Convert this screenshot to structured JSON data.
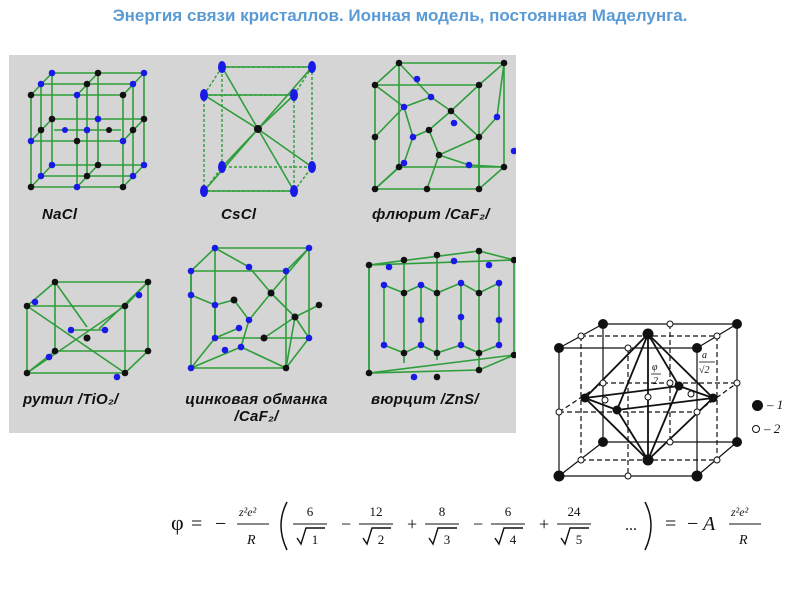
{
  "title": "Энергия связи кристаллов. Ионная модель, постоянная Маделунга.",
  "structures": [
    {
      "label": "NaCl"
    },
    {
      "label": "CsCl"
    },
    {
      "label": "флюрит /CaF₂/"
    },
    {
      "label": "рутил /TiO₂/"
    },
    {
      "label_line1": "цинковая обманка",
      "label_line2": "/CaF₂/"
    },
    {
      "label": "вюрцит /ZnS/"
    }
  ],
  "octahedron": {
    "label_phi": "φ",
    "label_two": "2",
    "label_a": "a",
    "label_sqrt2": "√2"
  },
  "legend": [
    {
      "marker": "filled",
      "text": "– 1"
    },
    {
      "marker": "open",
      "text": "– 2"
    }
  ],
  "formula": {
    "phi": "φ",
    "eq": "=",
    "minus": "−",
    "z2e2": "z²e²",
    "R": "R",
    "terms": [
      {
        "sign": "",
        "num": "6",
        "root": "1"
      },
      {
        "sign": "−",
        "num": "12",
        "root": "2"
      },
      {
        "sign": "+",
        "num": "8",
        "root": "3"
      },
      {
        "sign": "−",
        "num": "6",
        "root": "4"
      },
      {
        "sign": "+",
        "num": "24",
        "root": "5"
      }
    ],
    "dots": "...",
    "A": "A"
  },
  "colors": {
    "title": "#5b9bd5",
    "panel": "#d5d5d5",
    "bond": "#2e9e3a",
    "blue_atom": "#1a1ae6",
    "black_atom": "#111111"
  }
}
